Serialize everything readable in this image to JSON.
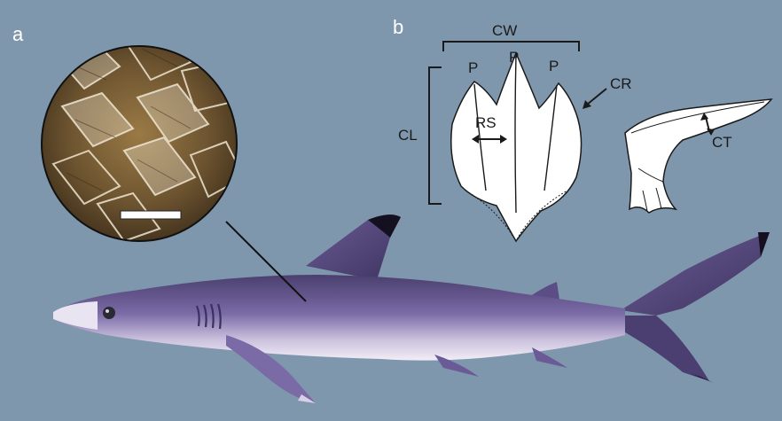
{
  "panels": {
    "a": "a",
    "b": "b"
  },
  "labels": {
    "cw": "CW",
    "cl": "CL",
    "p1": "P",
    "p2": "P",
    "p3": "P",
    "cr": "CR",
    "rs": "RS",
    "ct": "CT"
  },
  "colors": {
    "background": "#7f97ad",
    "shark_body": "#6f5f98",
    "shark_belly": "#f2eef6",
    "fin_tip": "#151020",
    "denticle_fill": "#ffffff",
    "annotation": "#1a1a1a"
  }
}
